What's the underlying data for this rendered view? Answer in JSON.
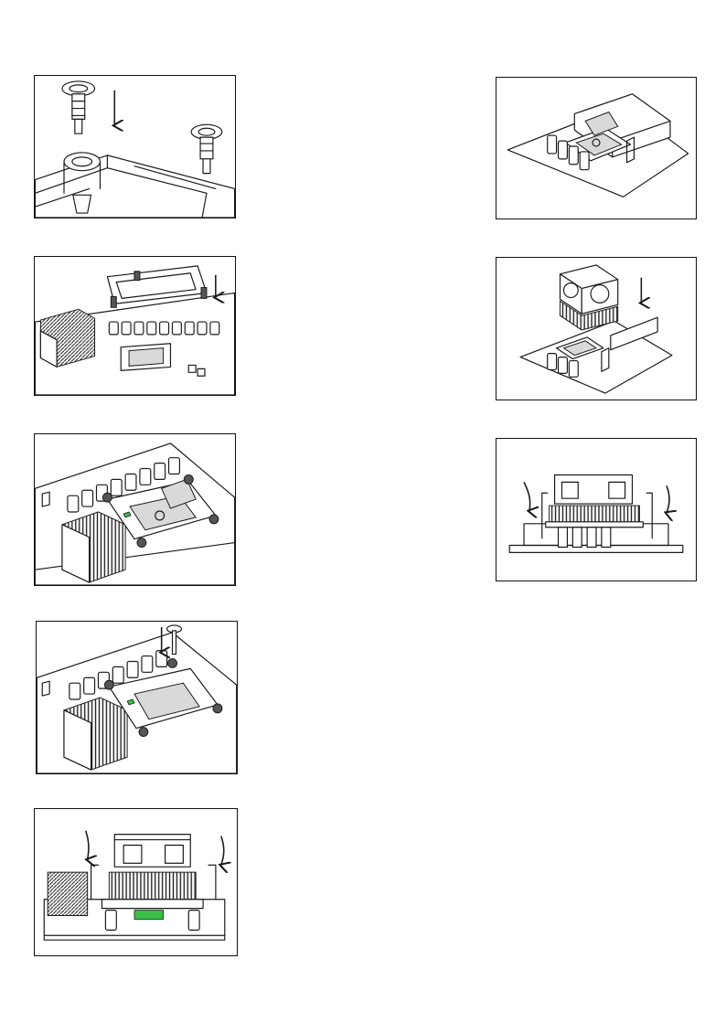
{
  "page": {
    "background": "#ffffff"
  },
  "colors": {
    "line": "#1a1a1a",
    "accent_green": "#3bbf4a",
    "shade": "#d9d9d9"
  },
  "steps": [
    {
      "id": "1",
      "column": "left",
      "subject": "push-pin-fasteners"
    },
    {
      "id": "2",
      "column": "left",
      "subject": "retention-frame-over-socket"
    },
    {
      "id": "3",
      "column": "left",
      "subject": "thermal-compound-on-cpu"
    },
    {
      "id": "4",
      "column": "left",
      "subject": "frame-screw-installation"
    },
    {
      "id": "5",
      "column": "left",
      "subject": "cooler-clip-latching"
    },
    {
      "id": "6",
      "column": "right",
      "subject": "amd-socket-thermal-pad"
    },
    {
      "id": "7",
      "column": "right",
      "subject": "cooler-lowered-onto-socket"
    },
    {
      "id": "8",
      "column": "right",
      "subject": "cooler-clip-latching-side"
    }
  ]
}
